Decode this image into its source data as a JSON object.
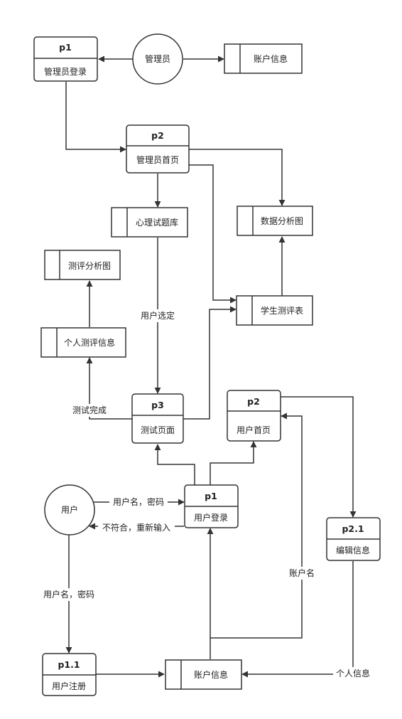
{
  "nodes": {
    "admin_login": {
      "id": "p1",
      "name": "管理员登录"
    },
    "admin_entity": {
      "name": "管理员"
    },
    "account_store_top": {
      "name": "账户信息"
    },
    "admin_home": {
      "id": "p2",
      "name": "管理员首页"
    },
    "question_bank": {
      "name": "心理试题库"
    },
    "data_chart": {
      "name": "数据分析图"
    },
    "eval_chart": {
      "name": "测评分析图"
    },
    "student_eval": {
      "name": "学生测评表"
    },
    "personal_eval": {
      "name": "个人测评信息"
    },
    "test_page": {
      "id": "p3",
      "name": "测试页面"
    },
    "user_home": {
      "id": "p2",
      "name": "用户首页"
    },
    "user_entity": {
      "name": "用户"
    },
    "user_login": {
      "id": "p1",
      "name": "用户登录"
    },
    "edit_info": {
      "id": "p2.1",
      "name": "编辑信息"
    },
    "user_register": {
      "id": "p1.1",
      "name": "用户注册"
    },
    "account_store_bottom": {
      "name": "账户信息"
    }
  },
  "labels": {
    "user_select": "用户选定",
    "test_done": "测试完成",
    "credentials_in": "用户名，密码",
    "mismatch": "不符合，重新输入",
    "credentials_down": "用户名，密码",
    "account_name": "账户名",
    "personal_info": "个人信息"
  },
  "colors": {
    "stroke": "#333333",
    "fill": "#ffffff",
    "text": "#222222"
  }
}
